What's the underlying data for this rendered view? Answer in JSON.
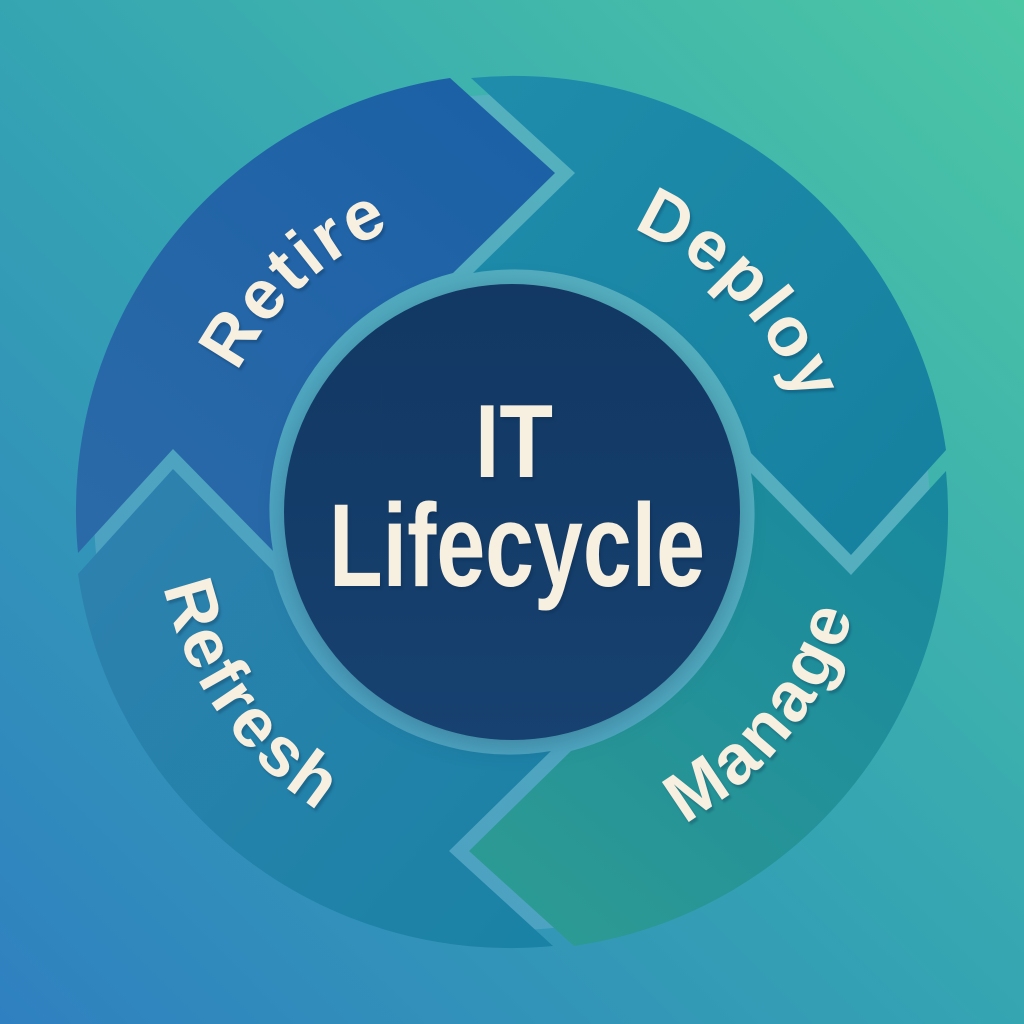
{
  "diagram": {
    "title": "IT Lifecycle",
    "center": {
      "line1": "IT",
      "line2": "Lifecycle"
    },
    "stages": [
      {
        "label": "Retire",
        "position": "top-left",
        "color_start": "#2b6aa8",
        "color_end": "#1b60a6"
      },
      {
        "label": "Deploy",
        "position": "top-right",
        "color_start": "#1f8cab",
        "color_end": "#16809f"
      },
      {
        "label": "Manage",
        "position": "bottom-right",
        "color_start": "#18889e",
        "color_end": "#2e9b93"
      },
      {
        "label": "Refresh",
        "position": "bottom-left",
        "color_start": "#1a82a5",
        "color_end": "#2e81ae"
      }
    ],
    "flow_direction": "clockwise",
    "colors": {
      "background_top_right": "#4cc7a4",
      "background_middle": "#35a5b2",
      "background_bottom_left": "#2f80c0",
      "ring_top_right": "#58b5bd",
      "ring_bottom_left": "#4a9dc2",
      "center_circle_top": "#123863",
      "center_circle_bottom": "#174170",
      "text_cream": "#f7efdf"
    }
  }
}
